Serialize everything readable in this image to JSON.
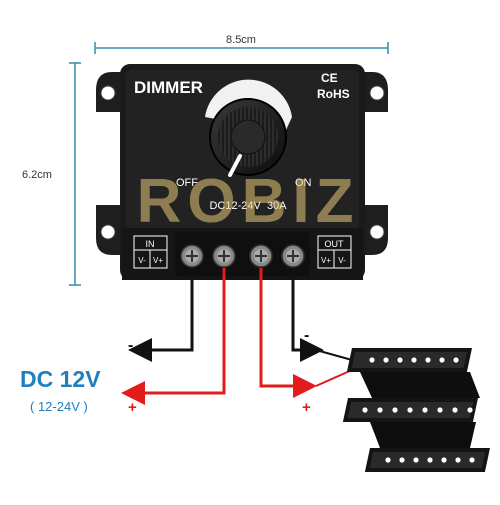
{
  "dimensions": {
    "width_label": "8.5cm",
    "height_label": "6.2cm"
  },
  "device": {
    "title": "DIMMER",
    "ce_mark": "CE",
    "rohs": "RoHS",
    "off_label": "OFF",
    "on_label": "ON",
    "rating": "DC12-24V  30A",
    "in_label": "IN",
    "in_pins": [
      "V-",
      "V+"
    ],
    "out_label": "OUT",
    "out_pins": [
      "V+",
      "V-"
    ]
  },
  "watermark": "ROBIZ",
  "supply": {
    "label": "DC 12V",
    "range": "( 12-24V )",
    "minus": "-",
    "plus": "+"
  },
  "load": {
    "minus": "-",
    "plus": "+"
  },
  "colors": {
    "dimension_line": "#2f8fa6",
    "supply_text": "#1f7fbf",
    "wire_red": "#e31b1b",
    "wire_black": "#111111",
    "plus_sign": "#e31b1b",
    "housing": "#1a1a1a",
    "watermark": "#e8c976"
  }
}
